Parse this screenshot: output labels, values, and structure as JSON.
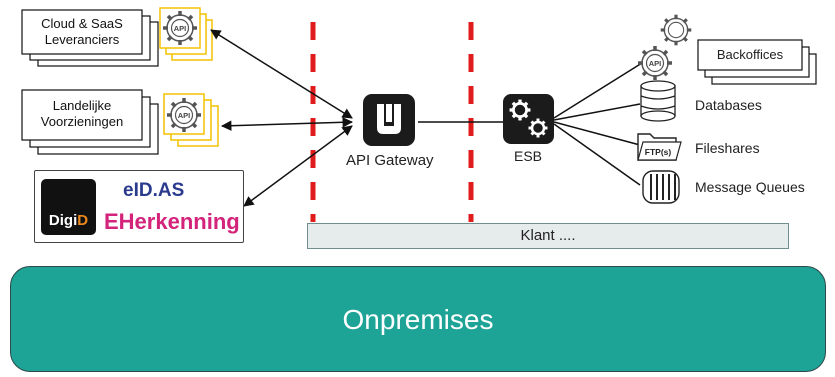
{
  "left_sources": [
    {
      "label": "Cloud & SaaS Leveranciers",
      "line1": "Cloud & SaaS",
      "line2": "Leveranciers"
    },
    {
      "label": "Landelijke Voorzieningen",
      "line1": "Landelijke",
      "line2": "Voorzieningen"
    }
  ],
  "api_badge": "API",
  "identity": {
    "digid_main": "Digi",
    "digid_accent": "D",
    "eidas": "eID.AS",
    "eherkenning": "EHerkenning"
  },
  "gateway": {
    "label": "API Gateway"
  },
  "esb": {
    "label": "ESB"
  },
  "right_targets": {
    "backoffices": "Backoffices",
    "databases": "Databases",
    "fileshares": "Fileshares",
    "ftp_badge": "FTP(s)",
    "queues": "Message Queues"
  },
  "klant_bar": "Klant ....",
  "footer": "Onpremises",
  "colors": {
    "accent_teal": "#1ea397",
    "divider_red": "#e01b1b",
    "gear_yellow": "#f2c200",
    "text_dark": "#222222"
  }
}
